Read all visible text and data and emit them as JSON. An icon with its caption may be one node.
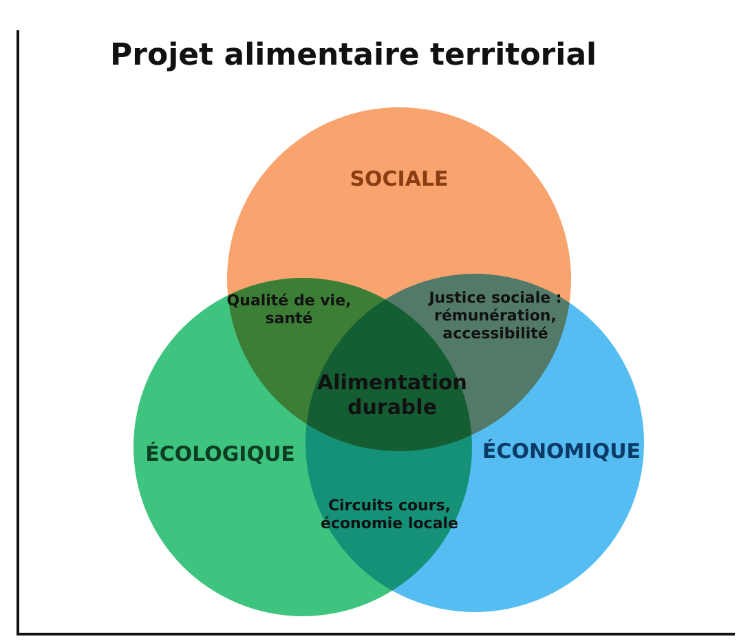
{
  "diagram": {
    "title": "Projet alimentaire territorial",
    "nodes": [
      {
        "text": [
          "SOCIALE"
        ]
      },
      {
        "text": [
          "ÉCOLOGIQUE"
        ]
      },
      {
        "text": [
          "ÉCONOMIQUE"
        ]
      }
    ],
    "labels": [
      "Qualité de vie, santé",
      "Justice sociale : rémunération, accessibilité",
      "Alimentation durable",
      "Circuits cours, économie locale"
    ]
  }
}
